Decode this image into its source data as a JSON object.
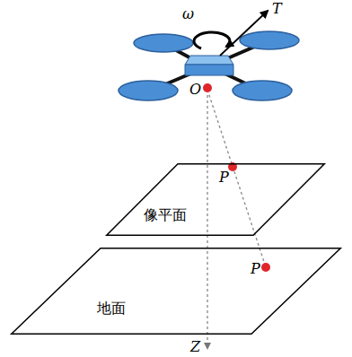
{
  "diagram": {
    "nodes": [
      {
        "text": [
          "像平面"
        ]
      },
      {
        "text": [
          "地面"
        ]
      }
    ],
    "labels": [
      "ω",
      "T",
      "O",
      "P",
      "P",
      "Z"
    ]
  }
}
